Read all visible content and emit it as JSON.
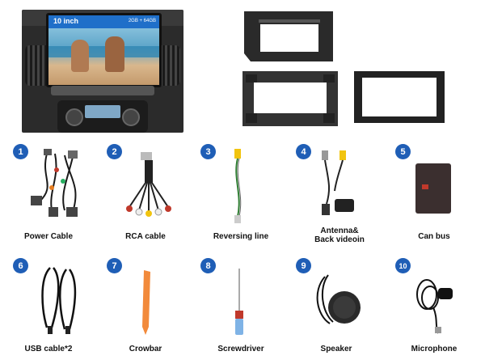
{
  "screen": {
    "size_label": "10 inch",
    "spec_label": "2GB + 64GB"
  },
  "items": [
    {
      "number": "1",
      "label": "Power Cable"
    },
    {
      "number": "2",
      "label": "RCA cable"
    },
    {
      "number": "3",
      "label": "Reversing line"
    },
    {
      "number": "4",
      "label": "Antenna&\nBack videoin"
    },
    {
      "number": "5",
      "label": "Can bus"
    },
    {
      "number": "6",
      "label": "USB cable*2"
    },
    {
      "number": "7",
      "label": "Crowbar"
    },
    {
      "number": "8",
      "label": "Screwdriver"
    },
    {
      "number": "9",
      "label": "Speaker"
    },
    {
      "number": "10",
      "label": "Microphone"
    }
  ],
  "colors": {
    "badge": "#1f5eb6",
    "crowbar": "#f28a3b"
  }
}
